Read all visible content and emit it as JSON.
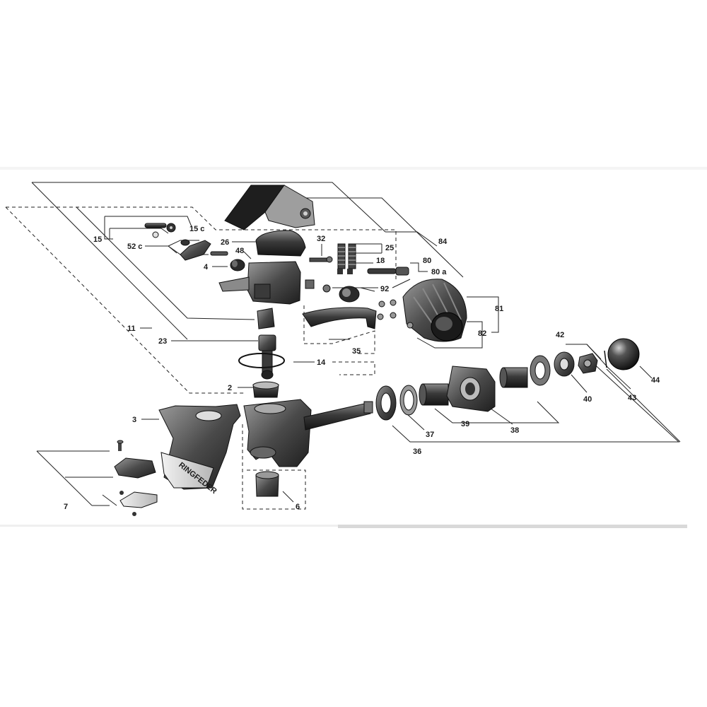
{
  "diagram": {
    "brand_mark": "RINGFEDER",
    "labels": {
      "p2": "2",
      "p3": "3",
      "p4": "4",
      "p6": "6",
      "p7": "7",
      "p11": "11",
      "p14": "14",
      "p15": "15",
      "p15c": "15 c",
      "p18": "18",
      "p23": "23",
      "p25": "25",
      "p26": "26",
      "p32": "32",
      "p35": "35",
      "p36": "36",
      "p37": "37",
      "p38": "38",
      "p39": "39",
      "p40": "40",
      "p42": "42",
      "p43": "43",
      "p44": "44",
      "p48": "48",
      "p52c": "52 c",
      "p80": "80",
      "p80a": "80 a",
      "p81": "81",
      "p82": "82",
      "p84": "84",
      "p92": "92"
    }
  }
}
